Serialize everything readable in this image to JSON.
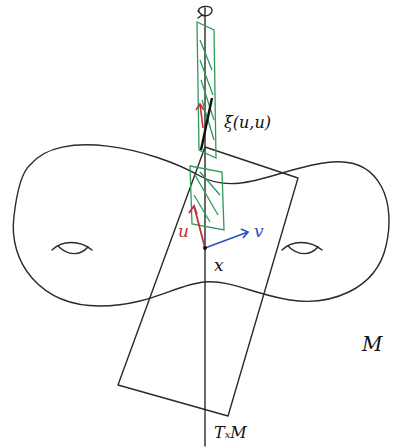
{
  "diagram": {
    "labels": [
      "ξ(u,u)",
      "u",
      "v",
      "x",
      "M",
      "TₓM"
    ]
  }
}
